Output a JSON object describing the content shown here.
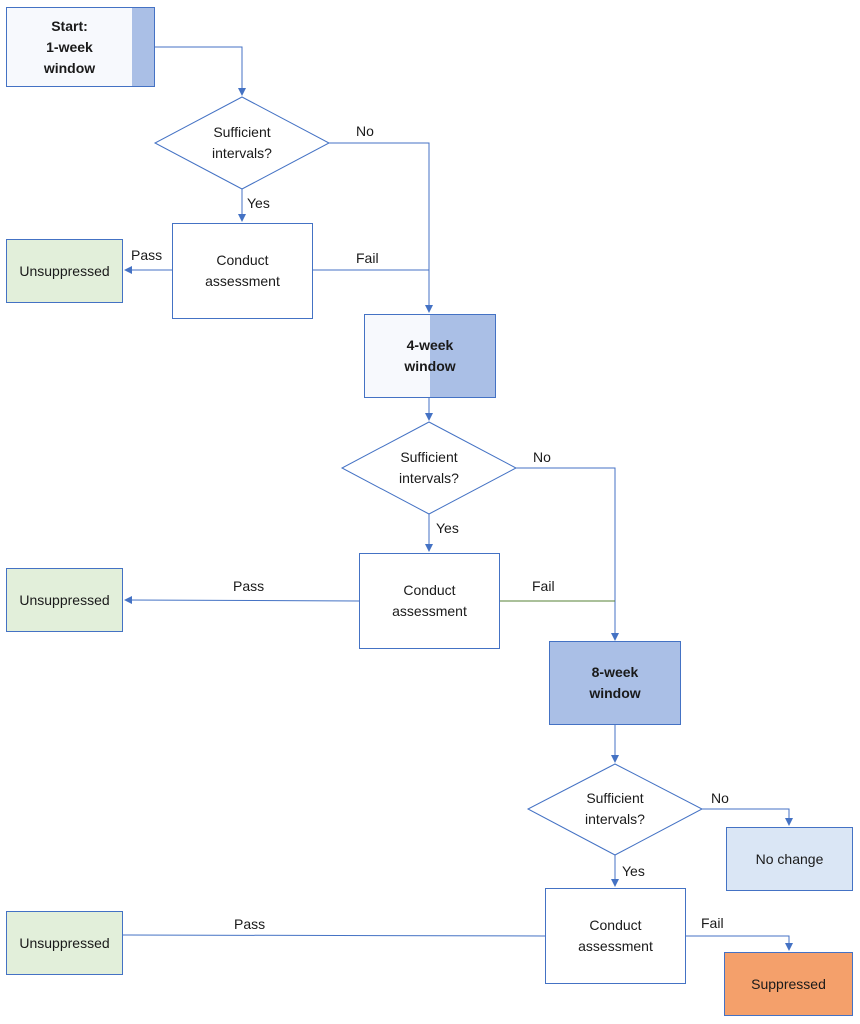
{
  "nodes": {
    "start_window": "Start:\n1-week\nwindow",
    "decision_1": "Sufficient\nintervals?",
    "assessment_1": "Conduct\nassessment",
    "unsuppressed_1": "Unsuppressed",
    "window_4": "4-week\nwindow",
    "decision_2": "Sufficient\nintervals?",
    "assessment_2": "Conduct\nassessment",
    "unsuppressed_2": "Unsuppressed",
    "window_8": "8-week\nwindow",
    "decision_3": "Sufficient\nintervals?",
    "no_change": "No change",
    "assessment_3": "Conduct\nassessment",
    "unsuppressed_3": "Unsuppressed",
    "suppressed": "Suppressed"
  },
  "edges": {
    "d1_no": "No",
    "d1_yes": "Yes",
    "a1_pass": "Pass",
    "a1_fail": "Fail",
    "d2_no": "No",
    "d2_yes": "Yes",
    "a2_pass": "Pass",
    "a2_fail": "Fail",
    "d3_no": "No",
    "d3_yes": "Yes",
    "a3_pass": "Pass",
    "a3_fail": "Fail"
  },
  "colors": {
    "line": "#4472c4",
    "green_line": "#548235",
    "window_fill": "#aabfe6",
    "unsuppressed_fill": "#e2efda",
    "no_change_fill": "#dae6f5",
    "suppressed_fill": "#f4a06b"
  }
}
